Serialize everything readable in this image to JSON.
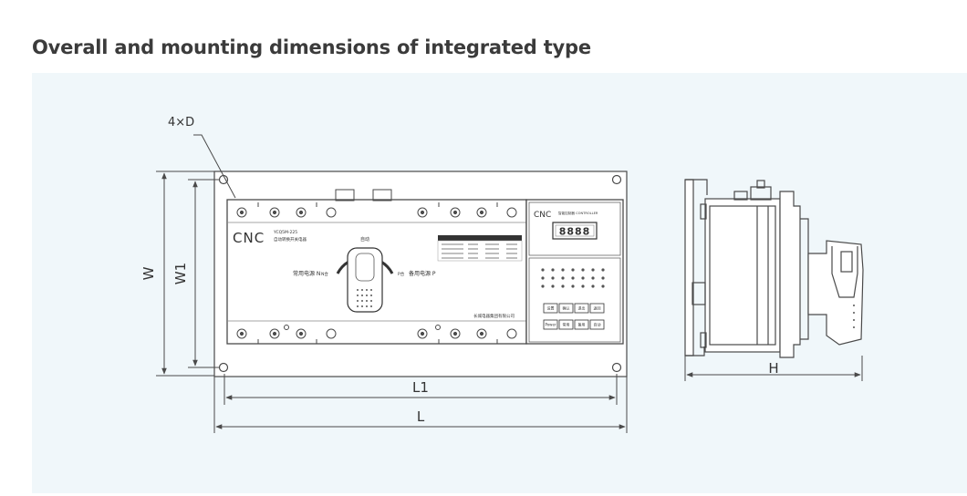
{
  "heading": "Overall and mounting dimensions of integrated type",
  "front_view": {
    "brand": "CNC",
    "model_code": "YCQ5M-225",
    "model_desc": "自动转换开关电器",
    "switch_top_label": "自动",
    "normal_power_label": "常用电源 N",
    "backup_power_label": "备用电源 P",
    "n_on_label": "N合",
    "p_on_label": "P合",
    "company": "长城电器集团有限公司",
    "controller_brand": "CNC",
    "controller_title": "智能控制器 CONTROLLER",
    "display_value": "8888",
    "controller_buttons": [
      "设置",
      "确认",
      "退出",
      "返回"
    ],
    "controller_bottom_buttons": [
      "Power",
      "常用",
      "备用",
      "自动"
    ]
  },
  "dimensions": {
    "holes": "4×D",
    "width": "W",
    "width_1": "W1",
    "length": "L",
    "length_1": "L1",
    "height": "H"
  }
}
